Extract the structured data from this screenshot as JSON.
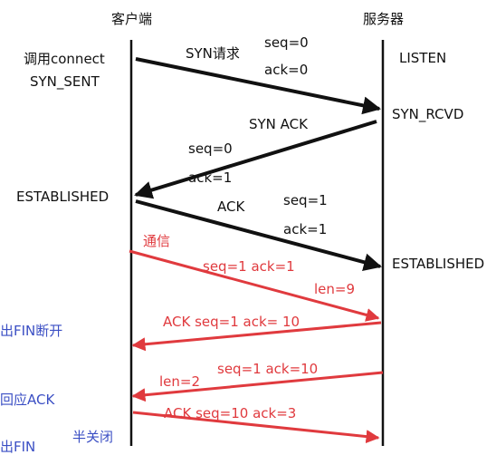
{
  "headers": {
    "client": "客户端",
    "server": "服务器"
  },
  "left_labels": {
    "connect": "调用connect",
    "syn_sent": "SYN_SENT",
    "established": "ESTABLISHED",
    "send_fin": "出FIN断开",
    "ack_reply": "回应ACK",
    "half_close": "半关闭",
    "send_fin_2": "出FIN"
  },
  "right_labels": {
    "listen": "LISTEN",
    "syn_rcvd": "SYN_RCVD",
    "established": "ESTABLISHED"
  },
  "messages": {
    "syn": {
      "label": "SYN请求",
      "seq": "seq=0",
      "ack": "ack=0"
    },
    "syn_ack": {
      "label": "SYN  ACK",
      "seq": "seq=0",
      "ack": "ack=1"
    },
    "ack": {
      "label": "ACK",
      "seq": "seq=1",
      "ack": "ack=1"
    },
    "data": {
      "label": "通信",
      "seq_ack": "seq=1  ack=1",
      "len": "len=9"
    },
    "data_ack": {
      "label": "ACK   seq=1  ack= 10"
    },
    "data2": {
      "seq_ack": "seq=1 ack=10",
      "len": "len=2"
    },
    "fin_ack": {
      "label": "ACK  seq=10  ack=3"
    }
  },
  "colors": {
    "black": "#111111",
    "red": "#e03a3e",
    "blue": "#3b4fc4"
  }
}
